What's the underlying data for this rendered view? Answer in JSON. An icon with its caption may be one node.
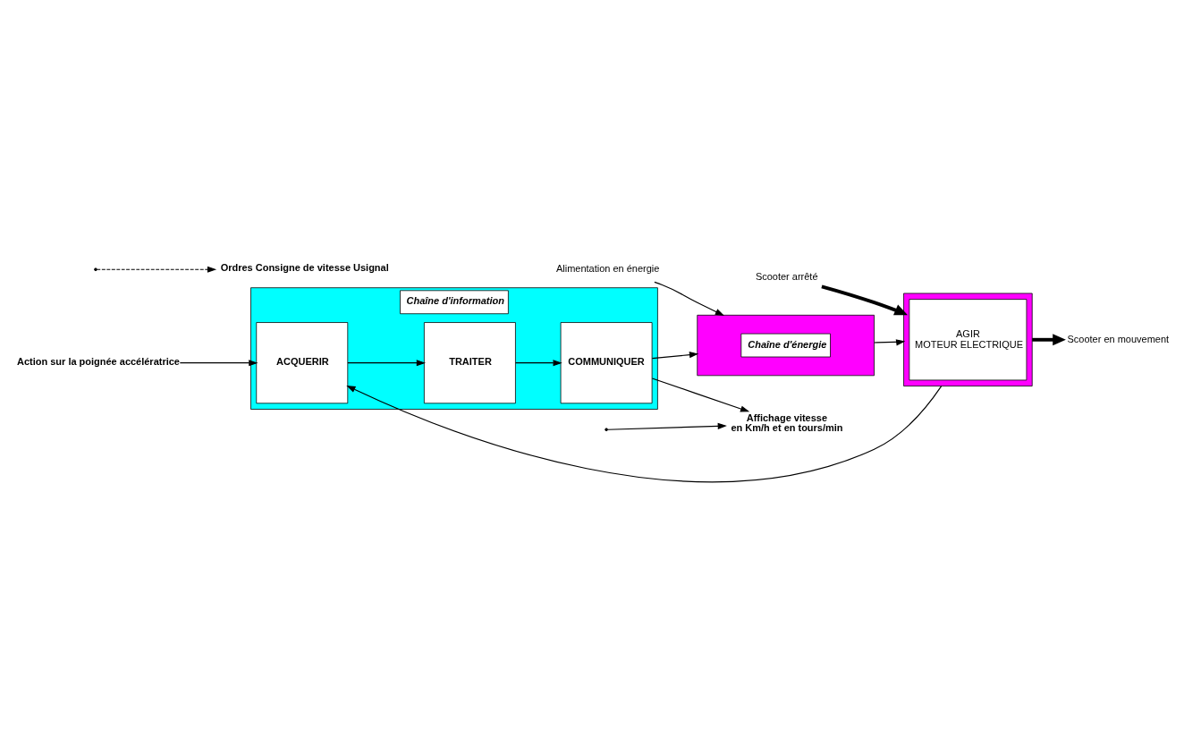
{
  "diagram": {
    "nodes": [
      {
        "text": [
          "Chaîne d'information"
        ]
      },
      {
        "text": [
          "ACQUERIR"
        ],
        "in": 0
      },
      {
        "text": [
          "TRAITER"
        ],
        "in": 0
      },
      {
        "text": [
          "COMMUNIQUER"
        ],
        "in": 0
      },
      {
        "text": [
          "Chaîne d'énergie"
        ]
      },
      {
        "text": [],
        "shape": "box"
      },
      {
        "text": [
          "AGIR",
          "MOTEUR ELECTRIQUE"
        ],
        "in": 5
      },
      {
        "text": [
          "Action sur la poignée accélératrice"
        ]
      },
      {
        "text": [
          "Affichage vitesse",
          "en Km/h et en tours/min"
        ]
      },
      {
        "text": [
          "Ordres Consigne de vitesse Usignal"
        ]
      },
      {
        "text": [
          "Alimentation en énergie"
        ]
      },
      {
        "text": [
          "Scooter arrêté"
        ]
      },
      {
        "text": [
          "Scooter en mouvement"
        ]
      }
    ],
    "edges": [
      {
        "from": 7,
        "to": 1,
        "arrow": "to"
      },
      {
        "from": 5,
        "to": 1,
        "arrow": "to"
      },
      {
        "from": 1,
        "to": 2,
        "arrow": "to"
      },
      {
        "from": 2,
        "to": 3,
        "arrow": "to"
      },
      {
        "from": 3,
        "to": 8,
        "arrow": "to"
      },
      {
        "from": null,
        "to": 8,
        "arrow": "to"
      },
      {
        "from": null,
        "to": 9,
        "arrow": "to",
        "style": "dashed"
      },
      {
        "from": 3,
        "to": 4,
        "arrow": "to"
      },
      {
        "from": 10,
        "to": 4,
        "arrow": "to"
      },
      {
        "from": 4,
        "to": 5,
        "arrow": "to"
      },
      {
        "from": 11,
        "to": 5,
        "arrow": "to",
        "style": "thick"
      },
      {
        "from": 5,
        "to": 12,
        "arrow": "to",
        "style": "thick"
      }
    ]
  }
}
